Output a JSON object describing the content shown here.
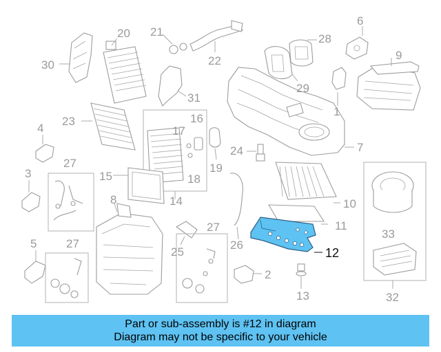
{
  "diagram": {
    "highlight_color": "#5ec2f2",
    "callouts": {
      "c1": "1",
      "c2": "2",
      "c3": "3",
      "c4": "4",
      "c5": "5",
      "c6": "6",
      "c7": "7",
      "c8": "8",
      "c9": "9",
      "c10": "10",
      "c11": "11",
      "c12": "12",
      "c13": "13",
      "c14": "14",
      "c15": "15",
      "c16": "16",
      "c17": "17",
      "c18": "18",
      "c19": "19",
      "c20": "20",
      "c21": "21",
      "c22": "22",
      "c23": "23",
      "c24": "24",
      "c25": "25",
      "c26": "26",
      "c27a": "27",
      "c27b": "27",
      "c27c": "27",
      "c28": "28",
      "c29": "29",
      "c30": "30",
      "c31": "31",
      "c32": "32",
      "c33": "33"
    }
  },
  "banner": {
    "line1": "Part or sub-assembly is #12 in diagram",
    "line2": "Diagram may not be specific to your vehicle",
    "color": "#5ec2f2"
  }
}
